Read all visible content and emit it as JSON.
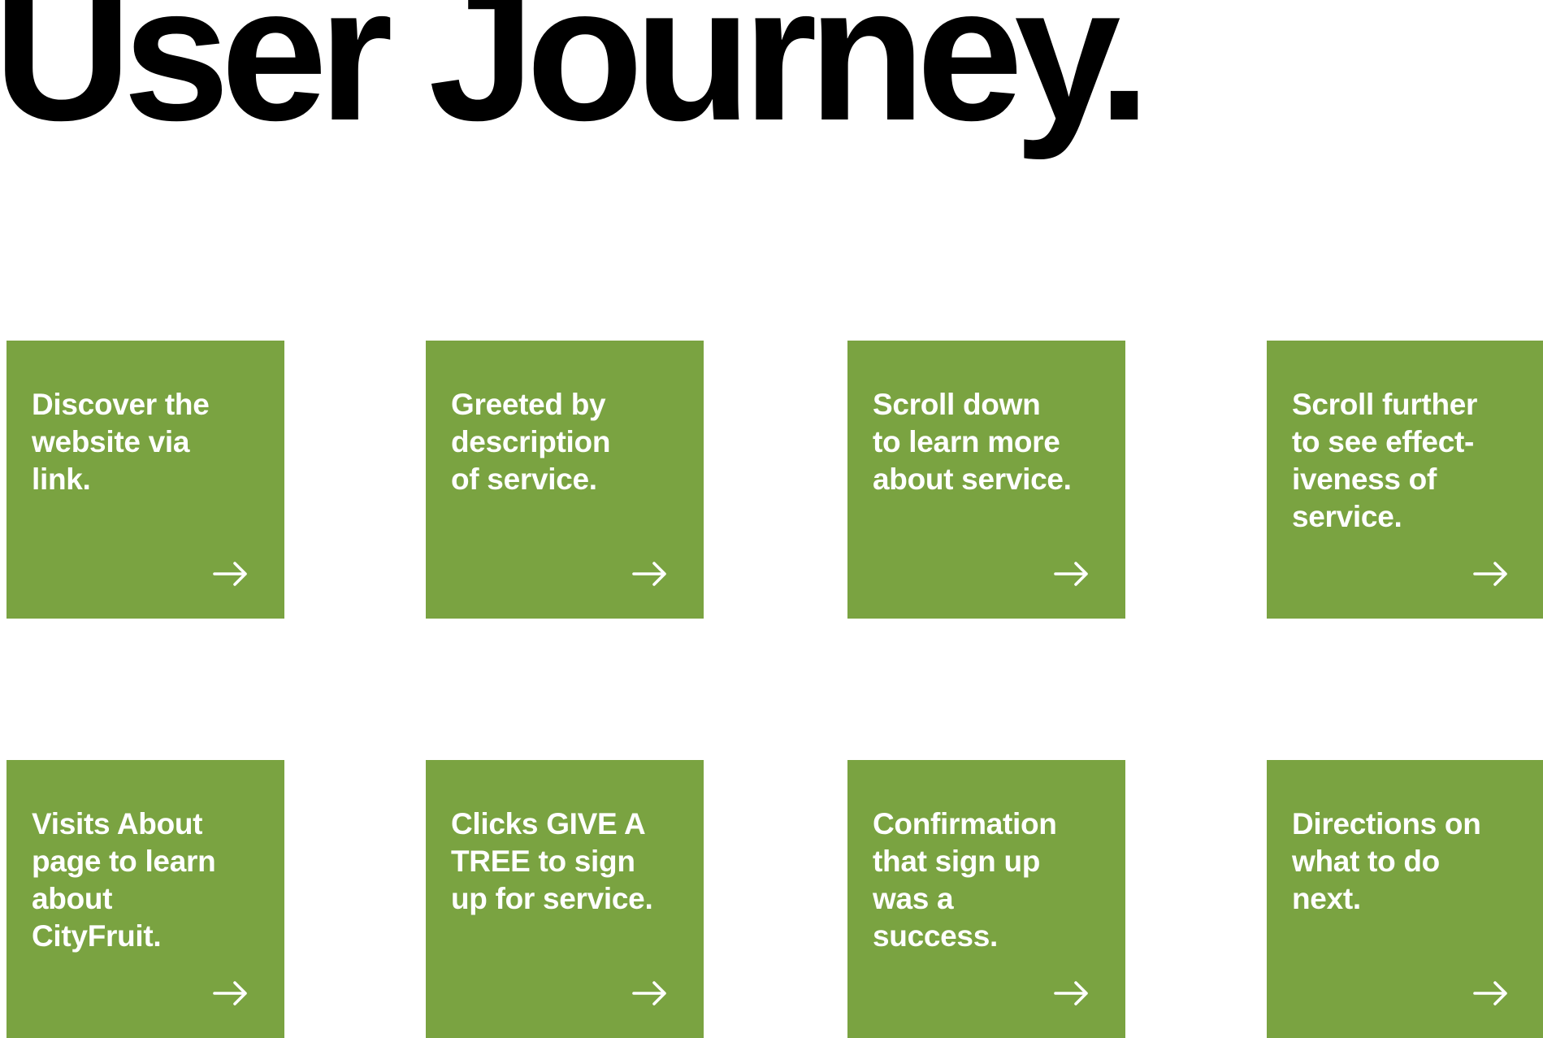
{
  "title": "User Journey.",
  "colors": {
    "card_background": "#7aa341",
    "card_text": "#ffffff",
    "title_text": "#000000"
  },
  "steps": [
    {
      "lines": [
        "Discover the",
        "website via",
        "link."
      ],
      "icon": "arrow-right-icon"
    },
    {
      "lines": [
        "Greeted by",
        "description",
        "of service."
      ],
      "icon": "arrow-right-icon"
    },
    {
      "lines": [
        "Scroll down",
        "to learn more",
        "about service."
      ],
      "icon": "arrow-right-icon"
    },
    {
      "lines": [
        "Scroll further",
        "to see effect-",
        "iveness of",
        "service."
      ],
      "icon": "arrow-right-icon"
    },
    {
      "lines": [
        "Visits About",
        "page to learn",
        "about",
        "CityFruit."
      ],
      "icon": "arrow-right-icon"
    },
    {
      "lines": [
        "Clicks GIVE A",
        "TREE to sign",
        "up for service."
      ],
      "icon": "arrow-right-icon"
    },
    {
      "lines": [
        "Confirmation",
        "that sign up",
        "was a",
        "success."
      ],
      "icon": "arrow-right-icon"
    },
    {
      "lines": [
        "Directions on",
        "what to do",
        "next."
      ],
      "icon": "arrow-right-icon"
    }
  ]
}
